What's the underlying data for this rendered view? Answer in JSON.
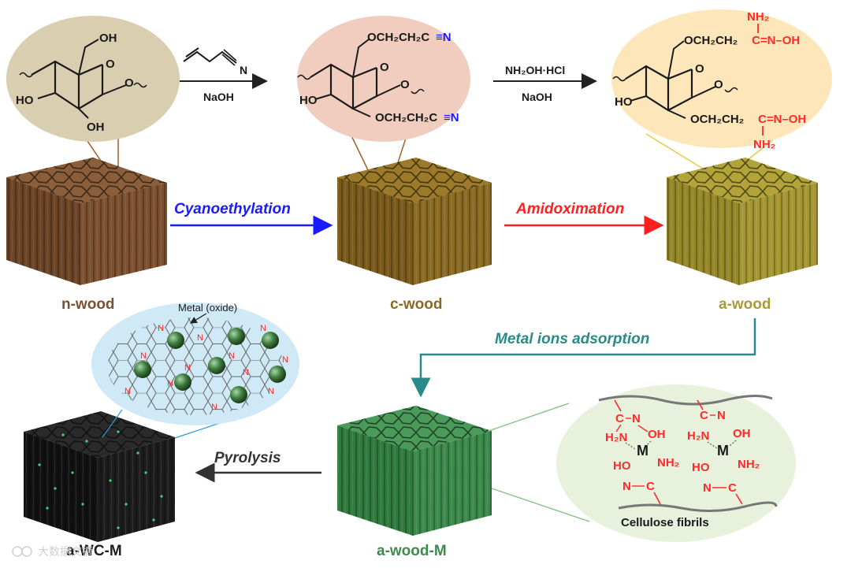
{
  "chem": {
    "n_oh_top": "OH",
    "n_ho_left": "HO",
    "n_oh_bottom": "OH",
    "ring_o": "O",
    "c_top_chain": "OCH₂CH₂C",
    "c_top_cn": "≡N",
    "c_bottom_chain": "OCH₂CH₂C",
    "c_bottom_cn": "≡N",
    "c_ho": "HO",
    "a_top_nh2": "NH₂",
    "a_top_chain": "OCH₂CH₂",
    "a_top_group": "C=N–OH",
    "a_bottom_chain": "OCH₂CH₂",
    "a_bottom_group": "C=N–OH",
    "a_bottom_nh2": "NH₂",
    "a_ho": "HO"
  },
  "reagents": {
    "step1_top": "N",
    "step1_bottom": "NaOH",
    "step2_top": "NH₂OH·HCl",
    "step2_bottom": "NaOH"
  },
  "processes": {
    "cyanoethylation": "Cyanoethylation",
    "amidoximation": "Amidoximation",
    "metal_adsorption": "Metal ions adsorption",
    "pyrolysis": "Pyrolysis"
  },
  "labels": {
    "n_wood": "n-wood",
    "c_wood": "c-wood",
    "a_wood": "a-wood",
    "a_wood_m": "a-wood-M",
    "awc_m": "a-WC-M",
    "metal_oxide": "Metal (oxide)",
    "cellulose": "Cellulose fibrils"
  },
  "complex": {
    "m": "M",
    "c": "C",
    "n": "N",
    "oh": "OH",
    "ho": "HO",
    "h2n": "H₂N",
    "nh2": "NH₂",
    "n_atom": "N"
  },
  "watermark": "大数据文摘",
  "colors": {
    "n_wood": "#7a5232",
    "c_wood": "#8a6a22",
    "a_wood": "#a99a32",
    "a_wood_m": "#3e8a4e",
    "awc_m": "#1e1e1e",
    "cyanoethylation": "#1a1aff",
    "amidoximation": "#ff2020",
    "metal_adsorption": "#2a8a8a",
    "pyrolysis": "#333333"
  }
}
